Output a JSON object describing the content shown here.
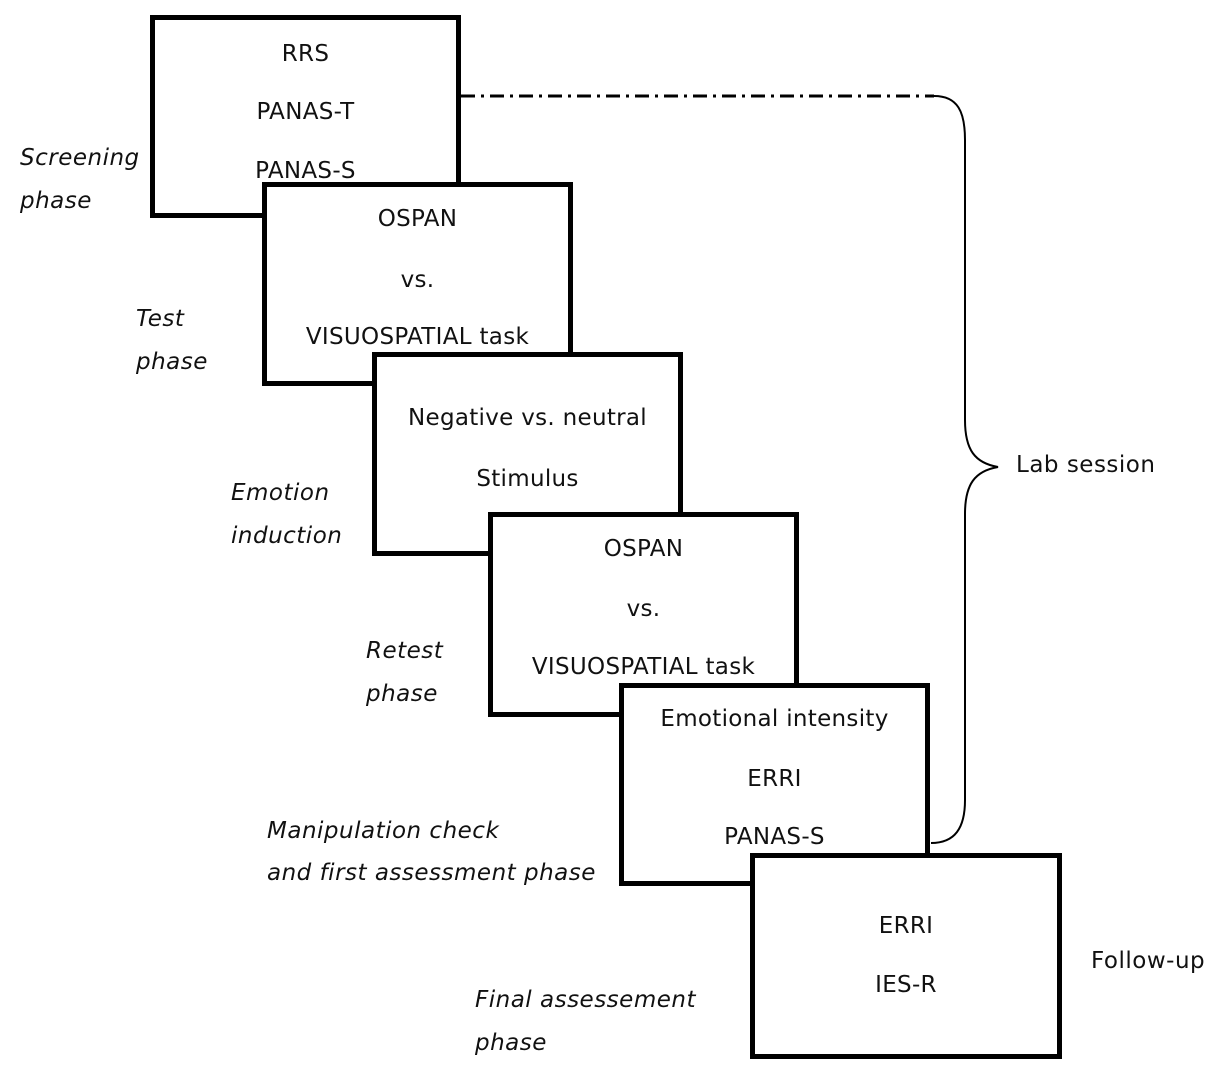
{
  "boxes": [
    {
      "id": "screening",
      "lines": [
        "RRS",
        "PANAS-T",
        "PANAS-S"
      ]
    },
    {
      "id": "test",
      "lines": [
        "OSPAN",
        "vs.",
        "VISUOSPATIAL task"
      ]
    },
    {
      "id": "emotion",
      "lines": [
        "Negative vs. neutral",
        "Stimulus"
      ]
    },
    {
      "id": "retest",
      "lines": [
        "OSPAN",
        "vs.",
        "VISUOSPATIAL task"
      ]
    },
    {
      "id": "manipulation",
      "lines": [
        "Emotional intensity",
        "ERRI",
        "PANAS-S"
      ]
    },
    {
      "id": "final",
      "lines": [
        "ERRI",
        "IES-R"
      ]
    }
  ],
  "phases": {
    "screening": [
      "Screening",
      "phase"
    ],
    "test": [
      "Test",
      "phase"
    ],
    "emotion": [
      "Emotion",
      "induction"
    ],
    "retest": [
      "Retest",
      "phase"
    ],
    "manipulation": [
      "Manipulation check",
      "and first assessment phase"
    ],
    "final": [
      "Final assessement",
      "phase"
    ]
  },
  "lab_session_label": "Lab session",
  "follow_up_label": "Follow-up"
}
